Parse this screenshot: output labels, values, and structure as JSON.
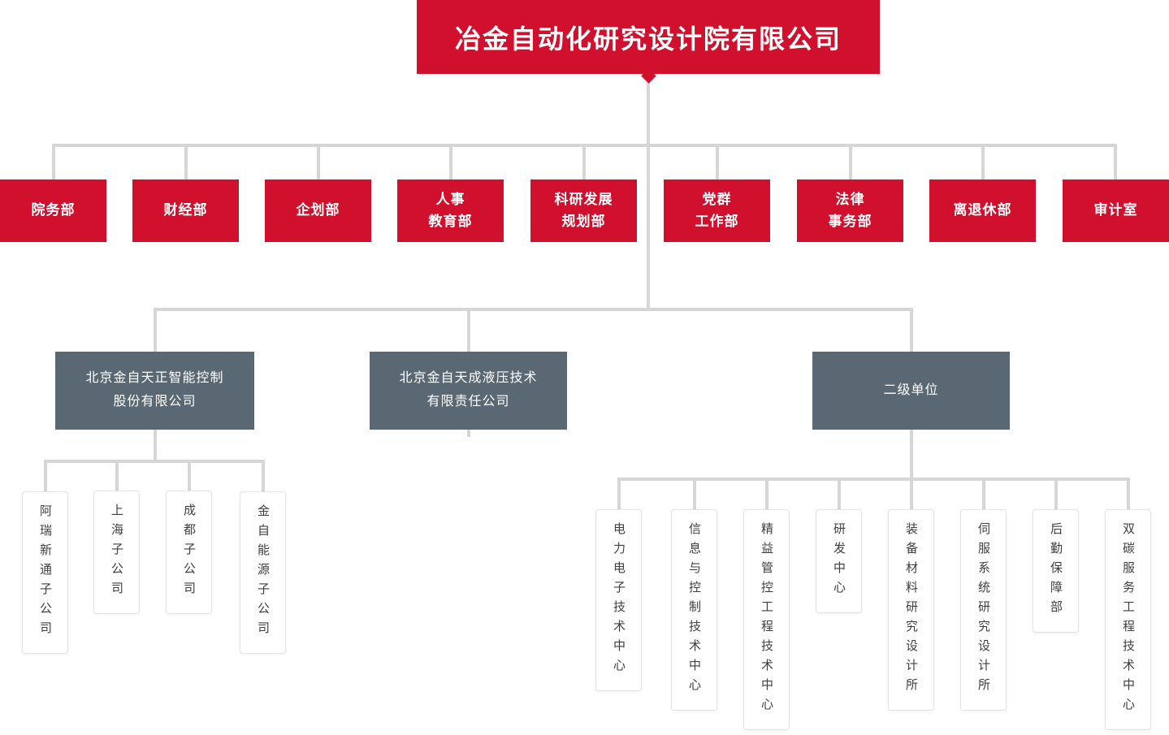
{
  "root": {
    "title": "冶金自动化研究设计院有限公司"
  },
  "departments": [
    {
      "label": "院务部"
    },
    {
      "label": "财经部"
    },
    {
      "label": "企划部"
    },
    {
      "label": "人事\n教育部"
    },
    {
      "label": "科研发展\n规划部"
    },
    {
      "label": "党群\n工作部"
    },
    {
      "label": "法律\n事务部"
    },
    {
      "label": "离退休部"
    },
    {
      "label": "审计室"
    }
  ],
  "companies": [
    {
      "label": "北京金自天正智能控制\n股份有限公司"
    },
    {
      "label": "北京金自天成液压技术\n有限责任公司"
    },
    {
      "label": "二级单位"
    }
  ],
  "subsidiaries": [
    {
      "label": "阿瑞新通子公司"
    },
    {
      "label": "上海子公司"
    },
    {
      "label": "成都子公司"
    },
    {
      "label": "金自能源子公司"
    }
  ],
  "units": [
    {
      "label": "电力电子技术中心"
    },
    {
      "label": "信息与控制技术中心"
    },
    {
      "label": "精益管控工程技术中心"
    },
    {
      "label": "研发中心"
    },
    {
      "label": "装备材料研究设计所"
    },
    {
      "label": "伺服系统研究设计所"
    },
    {
      "label": "后勤保障部"
    },
    {
      "label": "双碳服务工程技术中心"
    }
  ],
  "colors": {
    "primary_red": "#d0102d",
    "slate_gray": "#5a6874",
    "line_gray": "#d6d6d6",
    "leaf_text": "#3f3f3f"
  }
}
